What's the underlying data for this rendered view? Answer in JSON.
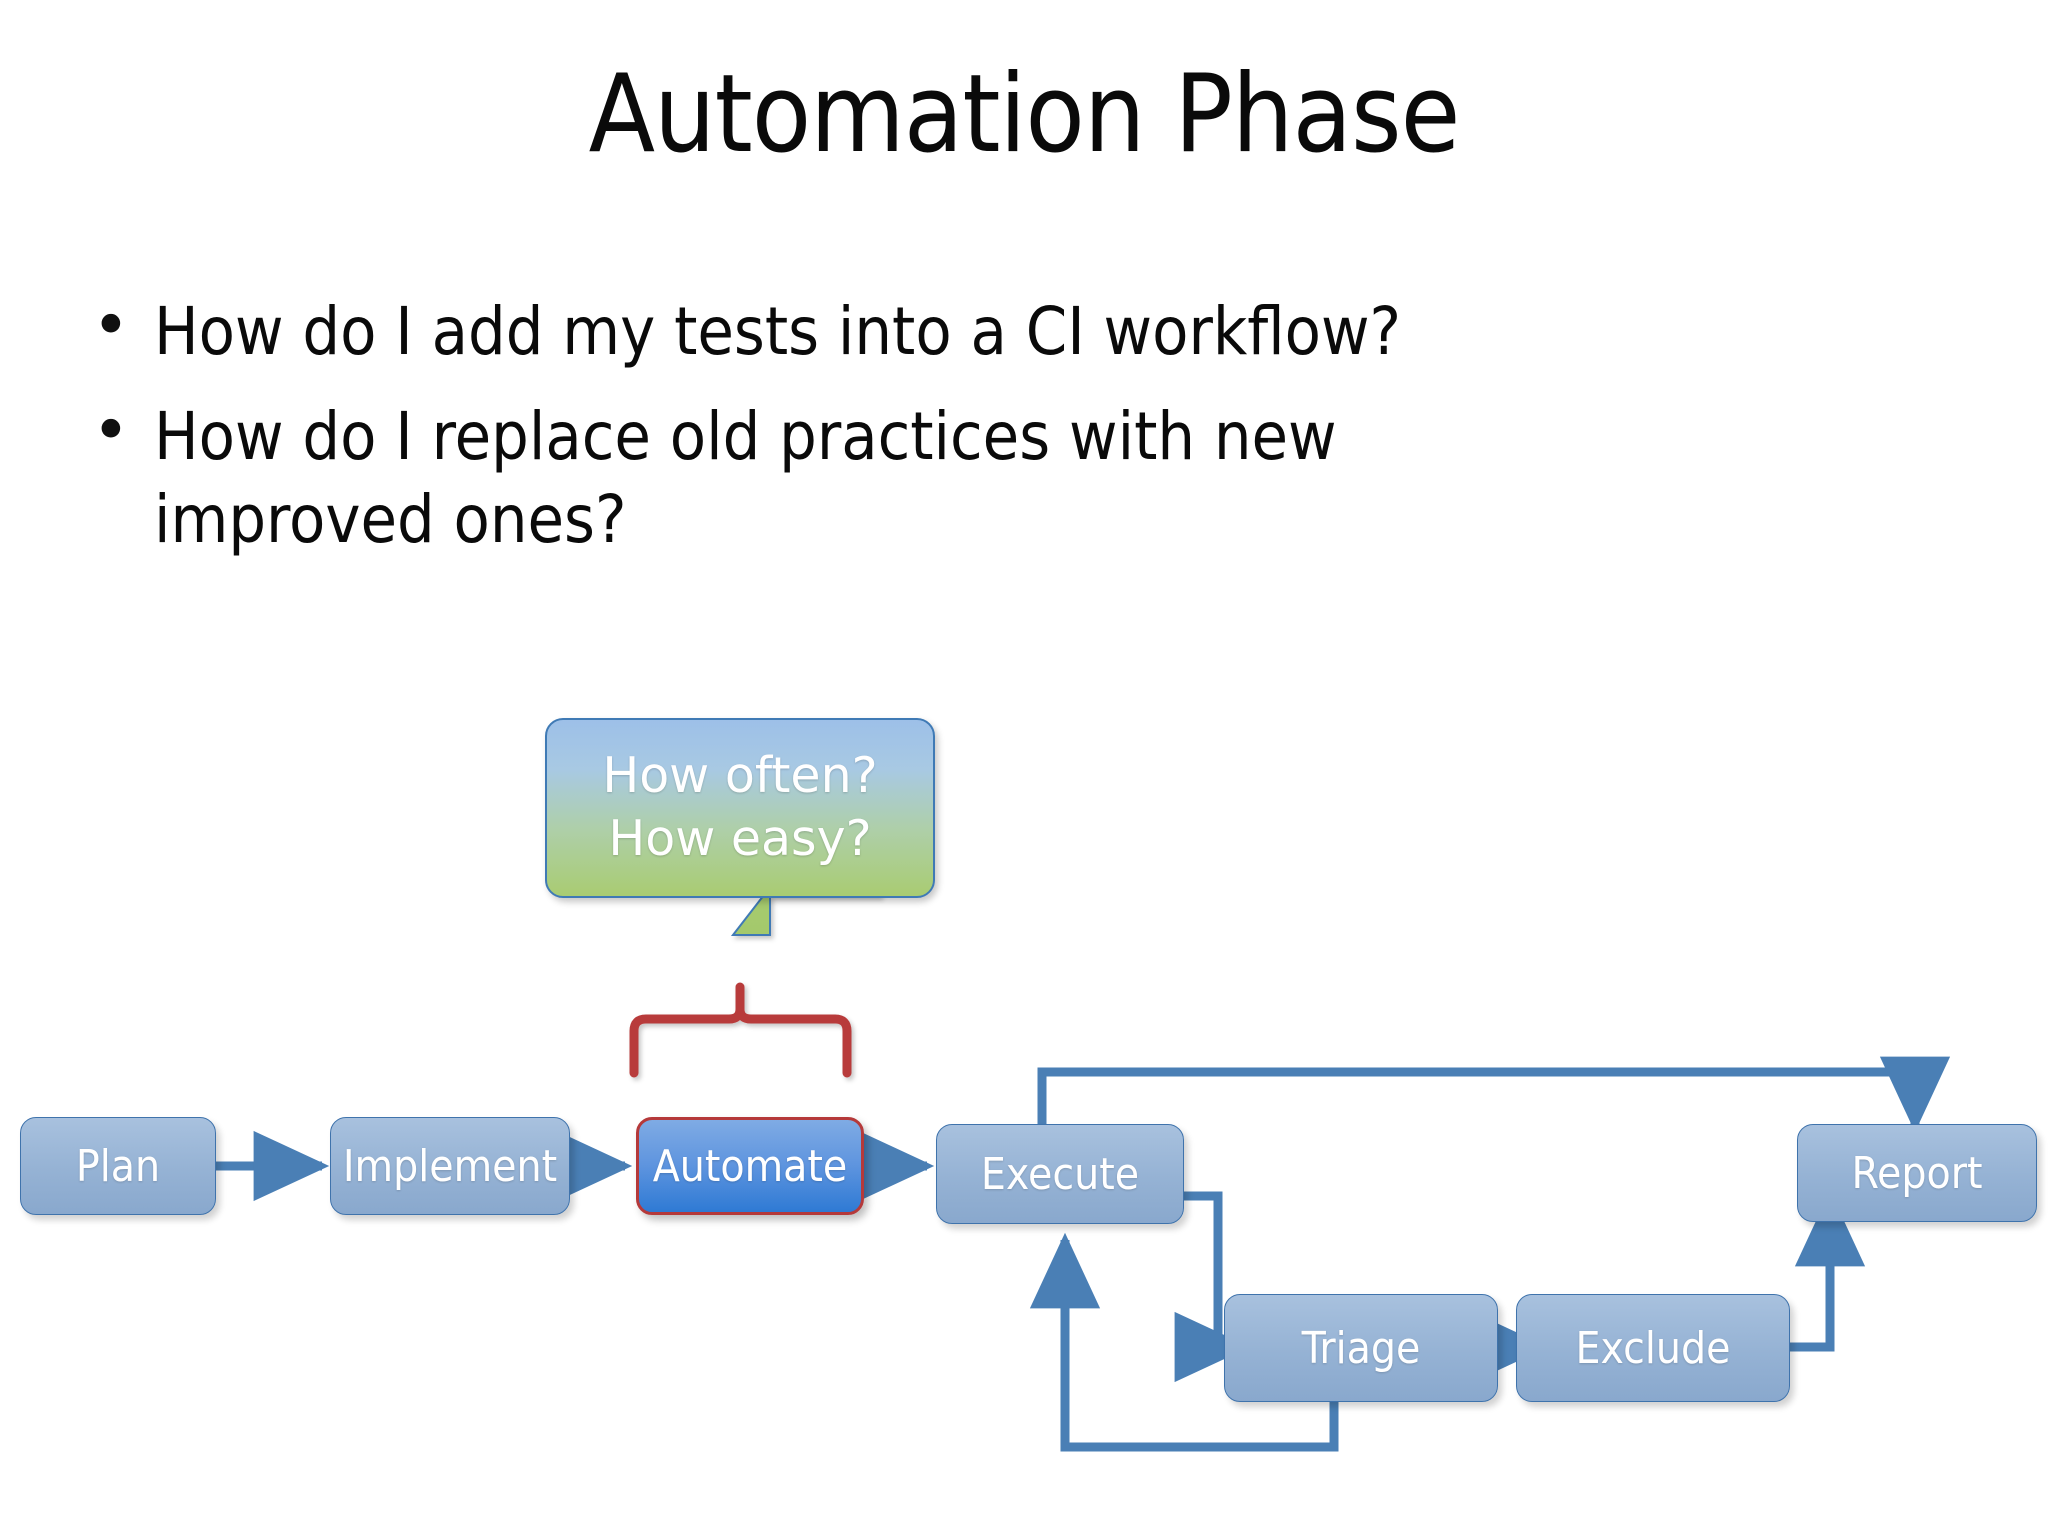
{
  "slide": {
    "title": "Automation Phase",
    "bullet_marker": "•",
    "bullets": [
      "How do I add my tests into a CI workflow?",
      "How do I replace old practices with new improved ones?"
    ]
  },
  "callout": {
    "line1": "How often?",
    "line2": "How easy?",
    "fill_top_color": "#9dc0e8",
    "fill_bottom_color": "#a9cc72",
    "border_color": "#3f7ab5",
    "text_color": "#ffffff"
  },
  "brace": {
    "color": "#b83b3b"
  },
  "flow": {
    "connector_color": "#4a7fb5",
    "node_fill_color": "#95b2d4",
    "node_border_color": "#3f73ac",
    "node_text_color": "#ffffff",
    "highlight_fill_color": "#2f7ad4",
    "highlight_border_color": "#b5393a",
    "nodes": [
      {
        "id": "plan",
        "label": "Plan"
      },
      {
        "id": "implement",
        "label": "Implement"
      },
      {
        "id": "automate",
        "label": "Automate"
      },
      {
        "id": "execute",
        "label": "Execute"
      },
      {
        "id": "triage",
        "label": "Triage"
      },
      {
        "id": "exclude",
        "label": "Exclude"
      },
      {
        "id": "report",
        "label": "Report"
      }
    ],
    "edges": [
      {
        "from": "plan",
        "to": "implement"
      },
      {
        "from": "implement",
        "to": "automate"
      },
      {
        "from": "automate",
        "to": "execute"
      },
      {
        "from": "execute",
        "to": "report"
      },
      {
        "from": "execute",
        "to": "triage"
      },
      {
        "from": "triage",
        "to": "exclude"
      },
      {
        "from": "exclude",
        "to": "report"
      },
      {
        "from": "triage",
        "to": "execute"
      }
    ]
  }
}
